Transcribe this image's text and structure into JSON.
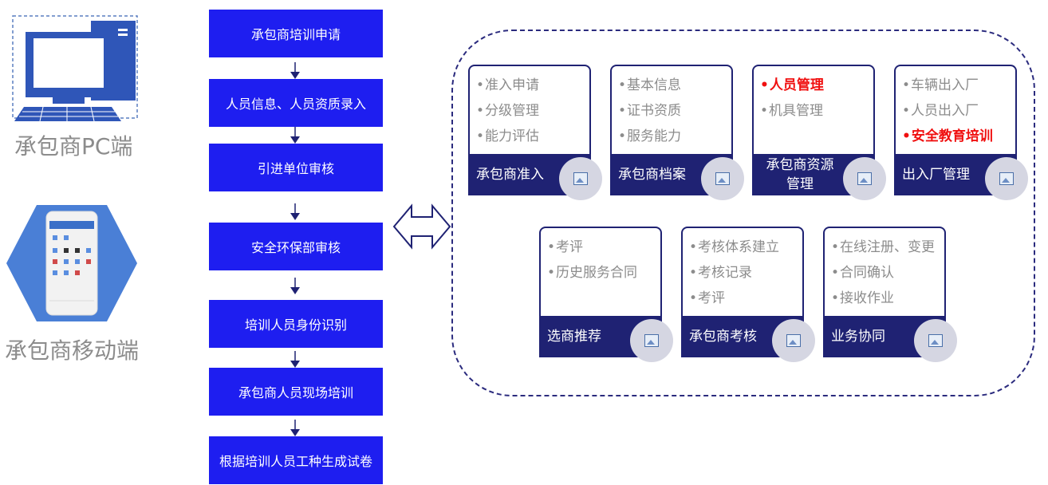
{
  "left": {
    "pc_label": "承包商PC端",
    "mobile_label": "承包商移动端"
  },
  "flow": {
    "steps": [
      "承包商培训申请",
      "人员信息、人员资质录入",
      "引进单位审核",
      "安全环保部审核",
      "培训人员身份识别",
      "承包商人员现场培训",
      "根据培训人员工种生成试卷"
    ]
  },
  "modules": [
    {
      "title": "承包商准入",
      "items": [
        {
          "text": "准入申请",
          "highlight": false
        },
        {
          "text": "分级管理",
          "highlight": false
        },
        {
          "text": "能力评估",
          "highlight": false
        }
      ]
    },
    {
      "title": "承包商档案",
      "items": [
        {
          "text": "基本信息",
          "highlight": false
        },
        {
          "text": "证书资质",
          "highlight": false
        },
        {
          "text": "服务能力",
          "highlight": false
        }
      ]
    },
    {
      "title": "承包商资源管理",
      "items": [
        {
          "text": "人员管理",
          "highlight": true
        },
        {
          "text": "机具管理",
          "highlight": false
        }
      ]
    },
    {
      "title": "出入厂管理",
      "items": [
        {
          "text": "车辆出入厂",
          "highlight": false
        },
        {
          "text": "人员出入厂",
          "highlight": false
        },
        {
          "text": "安全教育培训",
          "highlight": true
        }
      ]
    },
    {
      "title": "选商推荐",
      "items": [
        {
          "text": "考评",
          "highlight": false
        },
        {
          "text": "历史服务合同",
          "highlight": false
        }
      ]
    },
    {
      "title": "承包商考核",
      "items": [
        {
          "text": "考核体系建立",
          "highlight": false
        },
        {
          "text": "考核记录",
          "highlight": false
        },
        {
          "text": "考评",
          "highlight": false
        }
      ]
    },
    {
      "title": "业务协同",
      "items": [
        {
          "text": "在线注册、变更",
          "highlight": false
        },
        {
          "text": "合同确认",
          "highlight": false
        },
        {
          "text": "接收作业",
          "highlight": false
        }
      ]
    }
  ],
  "colors": {
    "flow_box": "#1e1ef0",
    "card_navy": "#1f2273",
    "highlight": "#f01010",
    "muted_text": "#8c8c8c"
  }
}
